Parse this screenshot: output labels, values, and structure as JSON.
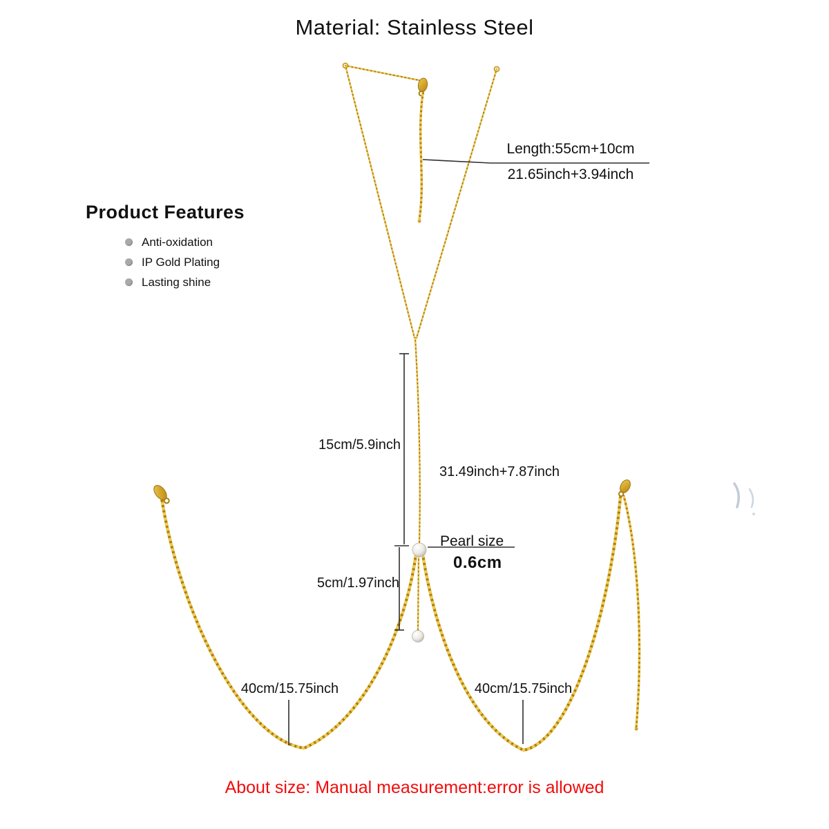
{
  "title": "Material: Stainless Steel",
  "features": {
    "heading": "Product Features",
    "items": [
      "Anti-oxidation",
      "IP Gold Plating",
      "Lasting shine"
    ]
  },
  "measurements": {
    "necklace_length_metric": "Length:55cm+10cm",
    "necklace_length_imperial": "21.65inch+3.94inch",
    "drop_length": "15cm/5.9inch",
    "overall_length": "31.49inch+7.87inch",
    "pearl_label": "Pearl size",
    "pearl_diameter": "0.6cm",
    "dangle_length": "5cm/1.97inch",
    "left_chain_length": "40cm/15.75inch",
    "right_chain_length": "40cm/15.75inch"
  },
  "footer_note": "About size: Manual measurement:error is allowed",
  "colors": {
    "chain_gold": "#C79A1E",
    "chain_gold_light": "#F2C94C",
    "chain_gold_dark": "#A87F10",
    "pearl_white": "#F5F3EF",
    "measure_line": "#2E2E2E",
    "text_dark": "#111111",
    "bullet_gray": "#A9A9A9",
    "note_red": "#F20C0C",
    "smudge_blue": "#8FA3B8"
  }
}
